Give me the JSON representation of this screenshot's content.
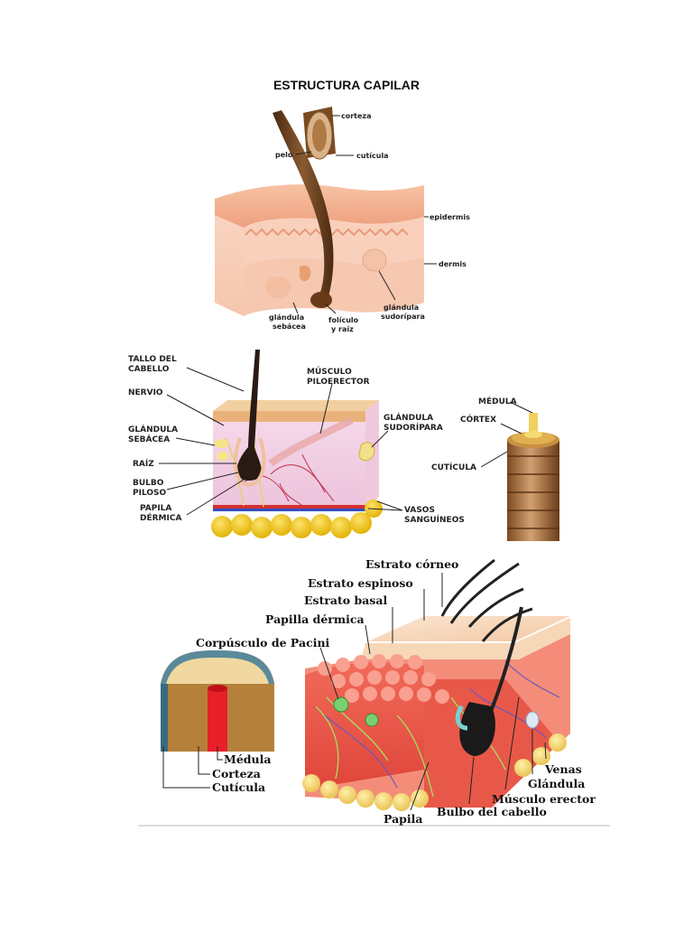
{
  "title": "ESTRUCTURA CAPILAR",
  "diagram1": {
    "labels": {
      "corteza": "corteza",
      "pelo": "pelo",
      "cuticula": "cutícula",
      "epidermis": "epidermis",
      "dermis": "dermis",
      "glandula_sebacea_1": "glándula",
      "glandula_sebacea_2": "sebácea",
      "foliculo_1": "folículo",
      "foliculo_2": "y raíz",
      "glandula_sudoripara_1": "glándula",
      "glandula_sudoripara_2": "sudorípara"
    }
  },
  "diagram2": {
    "labels": {
      "tallo_1": "TALLO DEL",
      "tallo_2": "CABELLO",
      "nervio": "NERVIO",
      "glandula_sebacea_1": "GLÁNDULA",
      "glandula_sebacea_2": "SEBÁCEA",
      "raiz": "RAÍZ",
      "bulbo_1": "BULBO",
      "bulbo_2": "PILOSO",
      "papila_1": "PAPILA",
      "papila_2": "DÉRMICA",
      "musculo_1": "MÚSCULO",
      "musculo_2": "PILOERECTOR",
      "glandula_sud_1": "GLÁNDULA",
      "glandula_sud_2": "SUDORÍPARA",
      "vasos_1": "VASOS",
      "vasos_2": "SANGUÍNEOS",
      "medula": "MÉDULA",
      "cortex": "CÓRTEX",
      "cuticula": "CUTÍCULA"
    }
  },
  "diagram3": {
    "labels": {
      "estrato_corneo": "Estrato córneo",
      "estrato_espinoso": "Estrato espinoso",
      "estrato_basal": "Estrato basal",
      "papilla_dermica": "Papilla dérmica",
      "corpusculo": "Corpúsculo de Pacini",
      "medula": "Médula",
      "corteza": "Corteza",
      "cuticula": "Cutícula",
      "venas": "Venas",
      "glandula": "Glándula",
      "musculo_erector": "Músculo erector",
      "bulbo": "Bulbo del cabello",
      "papila": "Papila"
    }
  }
}
